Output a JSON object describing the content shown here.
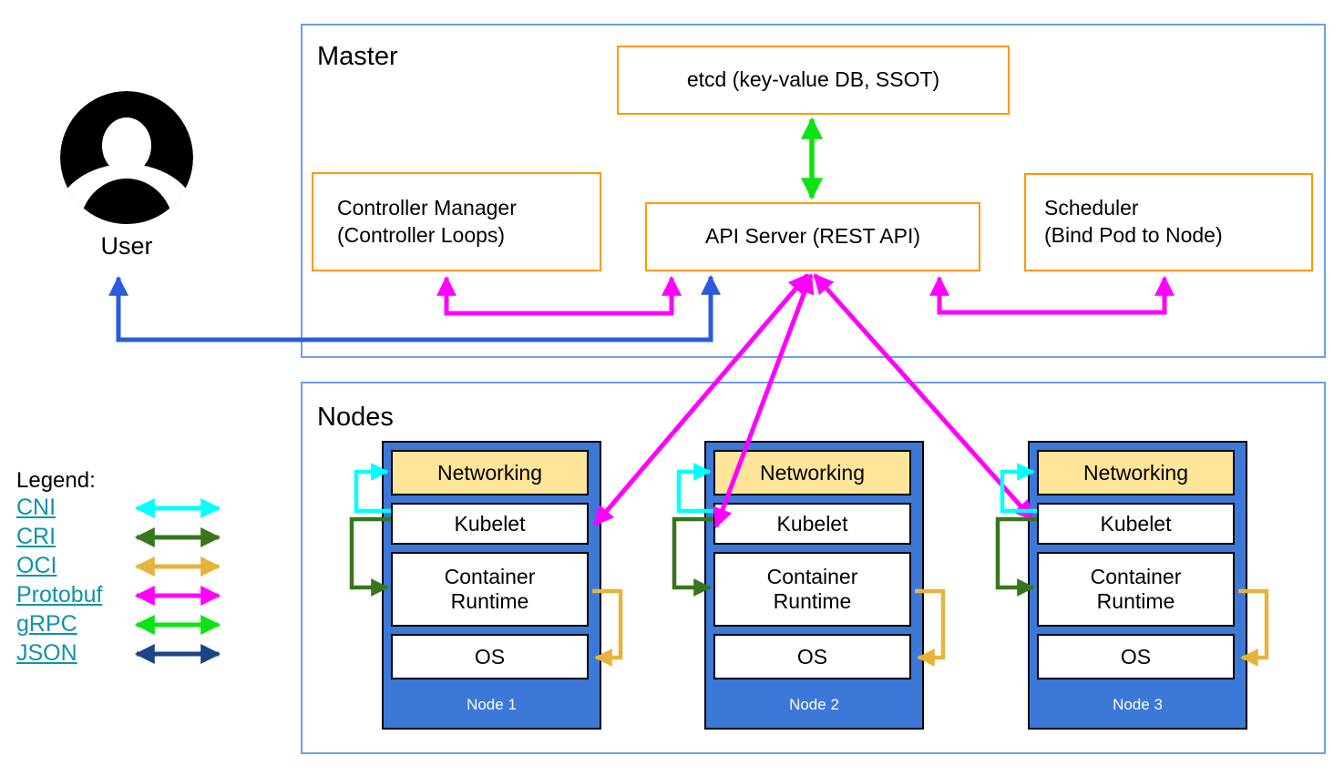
{
  "colors": {
    "frame": "#6d9eeb",
    "box_orange": "#ff9900",
    "node_blue": "#3c78d8",
    "networking_yellow": "#ffe599",
    "link_teal": "#0f93a7",
    "cyan": "#00ffff",
    "dark_green": "#38761d",
    "gold": "#e8b33c",
    "magenta": "#ff00ff",
    "bright_green": "#0ce312",
    "navy": "#1c4587",
    "royal_blue": "#2a5cdb"
  },
  "user": {
    "label": "User"
  },
  "master": {
    "title": "Master",
    "etcd_label": "etcd (key-value DB, SSOT)",
    "controller_line1": "Controller Manager",
    "controller_line2": "(Controller Loops)",
    "api_label": "API Server (REST API)",
    "scheduler_line1": "Scheduler",
    "scheduler_line2": "(Bind Pod to Node)"
  },
  "nodes_section": {
    "title": "Nodes",
    "nodes": [
      {
        "networking": "Networking",
        "kubelet": "Kubelet",
        "runtime": "Container Runtime",
        "os": "OS",
        "name": "Node 1"
      },
      {
        "networking": "Networking",
        "kubelet": "Kubelet",
        "runtime": "Container Runtime",
        "os": "OS",
        "name": "Node 2"
      },
      {
        "networking": "Networking",
        "kubelet": "Kubelet",
        "runtime": "Container Runtime",
        "os": "OS",
        "name": "Node 3"
      }
    ]
  },
  "legend": {
    "title": "Legend:",
    "items": [
      {
        "label": "CNI",
        "color": "#00ffff"
      },
      {
        "label": "CRI",
        "color": "#38761d"
      },
      {
        "label": "OCI",
        "color": "#e8b33c"
      },
      {
        "label": "Protobuf",
        "color": "#ff00ff"
      },
      {
        "label": "gRPC",
        "color": "#0ce312"
      },
      {
        "label": "JSON",
        "color": "#1c4587"
      }
    ]
  }
}
